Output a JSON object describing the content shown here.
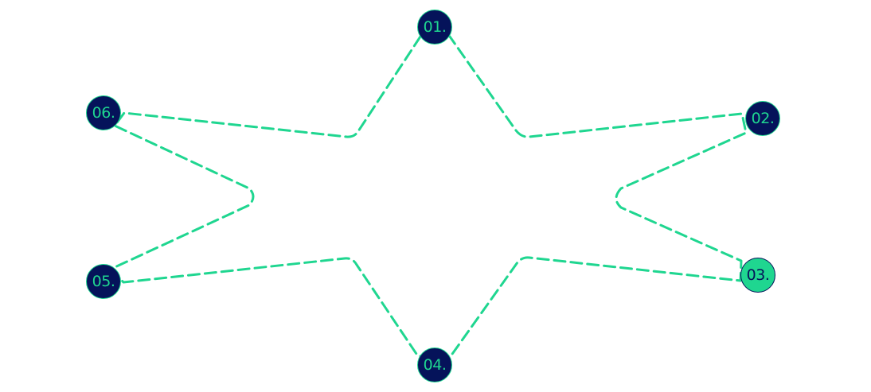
{
  "diagram": {
    "line_color": "#1fd690",
    "node_fill": "#05135a",
    "active_fill": "#1fd690",
    "nodes": [
      {
        "label": "01.",
        "active": false
      },
      {
        "label": "02.",
        "active": false
      },
      {
        "label": "03.",
        "active": true
      },
      {
        "label": "04.",
        "active": false
      },
      {
        "label": "05.",
        "active": false
      },
      {
        "label": "06.",
        "active": false
      }
    ]
  }
}
